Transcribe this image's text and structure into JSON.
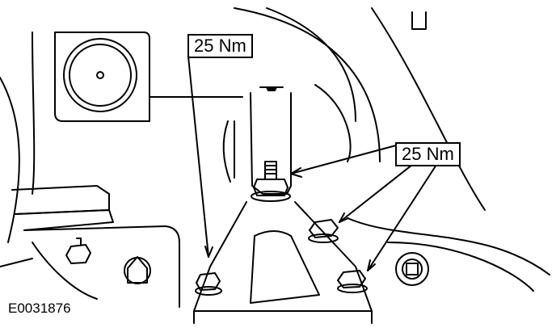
{
  "figure_id": "E0031876",
  "callouts": [
    {
      "label": "25 Nm"
    },
    {
      "label": "25 Nm"
    }
  ],
  "colors": {
    "line": "#000000",
    "background": "#ffffff"
  },
  "icons": [
    "bolt-icon",
    "nut-icon",
    "washer-icon",
    "leader-arrow-icon"
  ]
}
